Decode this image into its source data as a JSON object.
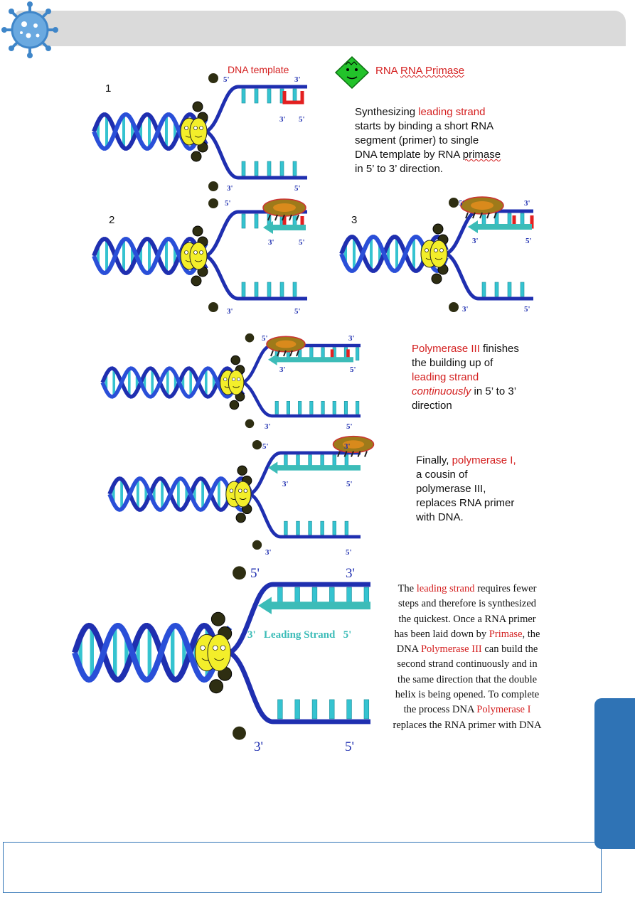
{
  "header": {
    "icon": "virus-icon"
  },
  "panel1": {
    "number": "1",
    "template_label": "DNA template",
    "primase_label": "RNA Primase",
    "end_top_left": "5'",
    "end_top_right": "3'",
    "primer_left": "3'",
    "primer_right": "5'",
    "end_bottom_left": "3'",
    "end_bottom_right": "5'",
    "text": {
      "line1_pre": "Synthesizing ",
      "line1_red": "leading strand",
      "line2": "starts by binding a short RNA",
      "line3": "segment (primer) to single",
      "line4_pre": "DNA template by RNA ",
      "line4_wavy": "primase",
      "line5": "in 5’ to 3’ direction."
    }
  },
  "panel2": {
    "number": "2",
    "a": "5'",
    "b": "3'",
    "c": "5'",
    "d": "3'",
    "e": "5'"
  },
  "panel3": {
    "number": "3",
    "a": "5'",
    "b": "3'",
    "c": "3'",
    "d": "5'",
    "e": "3'",
    "f": "5'"
  },
  "panel4": {
    "a": "5'",
    "b": "3'",
    "c": "3'",
    "d": "5'",
    "e": "3'",
    "f": "5'",
    "text": {
      "red1": "Polymerase III",
      "rest1": " finishes",
      "line2": "the building up of",
      "line3_red": "leading strand",
      "line4_red_italic": "continuously",
      "line4_rest": " in 5’ to 3’",
      "line5": "direction"
    }
  },
  "panel5": {
    "a": "5'",
    "b": "3'",
    "c": "3'",
    "d": "5'",
    "e": "3'",
    "f": "5'",
    "text": {
      "line1_pre": "Finally, ",
      "line1_red": "polymerase I,",
      "line2": "a cousin of",
      "line3": "polymerase III,",
      "line4": "replaces RNA primer",
      "line5": "with DNA."
    }
  },
  "panel6": {
    "top_left": "5'",
    "top_right": "3'",
    "arrow_left": "3'",
    "arrow_label": "Leading Strand",
    "arrow_right": "5'",
    "bottom_left": "3'",
    "bottom_right": "5'",
    "text": {
      "l1_pre": "The ",
      "l1_red": "leading strand",
      "l1_post": " requires fewer",
      "l2": "steps and therefore is synthesized",
      "l3": "the quickest.  Once a RNA primer",
      "l4_pre": "has been laid down by ",
      "l4_red": "Primase",
      "l4_post": ", the",
      "l5_pre": "DNA ",
      "l5_red": "Polymerase III",
      "l5_post": " can build the",
      "l6": "second strand continuously and in",
      "l7": "the same direction that the double",
      "l8": "helix is being opened. To complete",
      "l9_pre": "the process DNA ",
      "l9_red": "Polymerase I",
      "l10": "replaces the RNA primer with DNA"
    }
  },
  "colors": {
    "accent_blue": "#2f73b5",
    "dna_blue": "#1f2fb0",
    "rung_cyan": "#35c3d0",
    "red": "#d42020",
    "arrow_teal": "#3cbcb8"
  }
}
